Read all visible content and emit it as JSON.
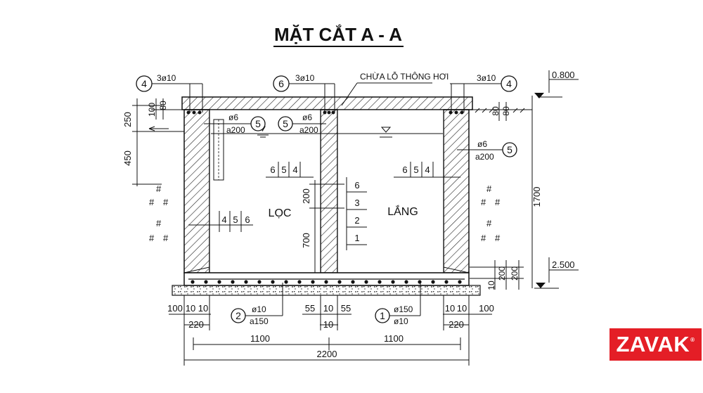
{
  "title": "MẶT CẮT A - A",
  "rooms": {
    "left": "LỌC",
    "right": "LẮNG"
  },
  "note_vent": "CHỪA LỖ THÔNG HƠI",
  "bubbles": [
    "4",
    "6",
    "4",
    "5",
    "5",
    "5",
    "2",
    "1"
  ],
  "rebar": {
    "top_left": "3ø10",
    "top_mid": "3ø10",
    "top_right": "3ø10",
    "stir_left_a": "ø6",
    "stir_left_b": "a200",
    "stir_mid_a": "ø6",
    "stir_mid_b": "a200",
    "stir_right_a": "ø6",
    "stir_right_b": "a200",
    "bottom_left_a": "ø10",
    "bottom_left_b": "a150",
    "bottom_right_a": "ø150",
    "bottom_right_b": "ø10"
  },
  "levels": {
    "top": "0.800",
    "bottom": "2.500"
  },
  "layers": {
    "left": [
      "4",
      "5",
      "6"
    ],
    "left_upper": [
      "6",
      "5",
      "4"
    ],
    "right_upper": [
      "6",
      "5",
      "4"
    ],
    "middle": [
      "6",
      "3",
      "2",
      "1"
    ]
  },
  "dims": {
    "d250": "250",
    "d450": "450",
    "d100a": "100",
    "d80a": "80",
    "d80b": "80",
    "d80c": "80",
    "d1700": "1700",
    "d200a": "200",
    "d700": "700",
    "d10a": "10",
    "d200b": "200",
    "d200c": "200",
    "b100": "100",
    "b10a": "10",
    "b10b": "10",
    "b220a": "220",
    "b55a": "55",
    "b10c": "10",
    "b55b": "55",
    "b10d": "10",
    "b10e": "10",
    "b10f": "10",
    "b100b": "100",
    "b220b": "220",
    "b1100a": "1100",
    "b1100b": "1100",
    "b2200": "2200"
  },
  "logo": {
    "text": "ZAVAK",
    "mark": "®",
    "color": "#e41e26"
  }
}
